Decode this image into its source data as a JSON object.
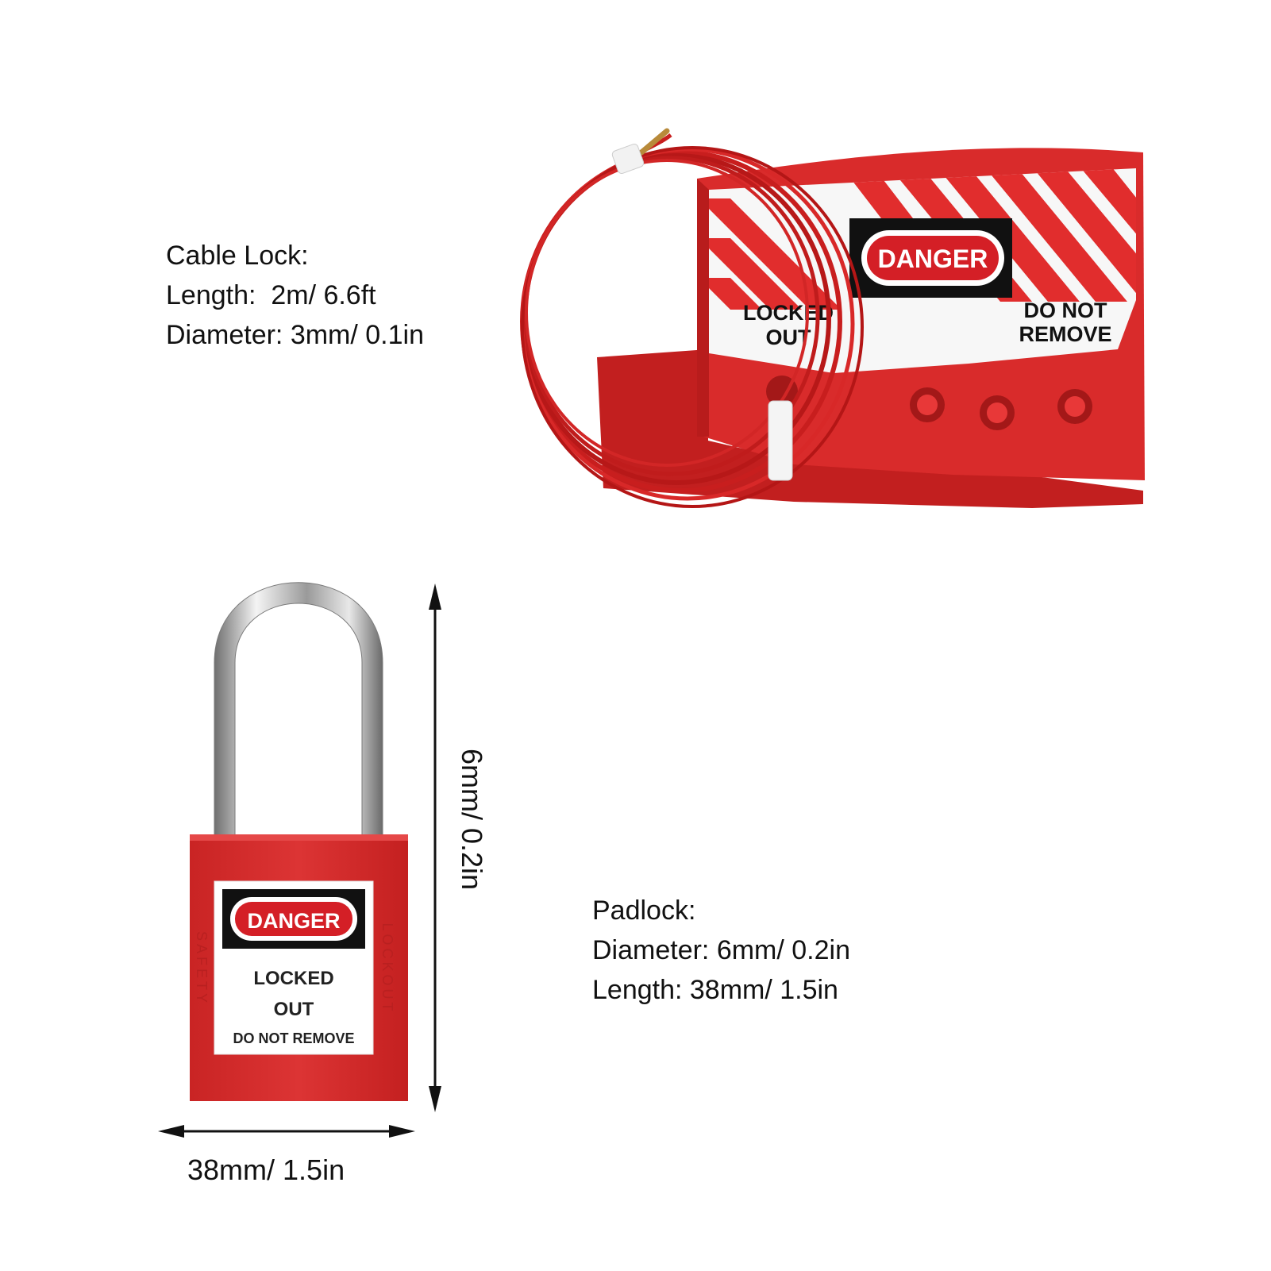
{
  "cable_lock": {
    "lines": [
      "Cable Lock:",
      "Length:  2m/ 6.6ft",
      "Diameter: 3mm/ 0.1in"
    ]
  },
  "padlock": {
    "lines": [
      "Padlock:",
      "Diameter: 6mm/ 0.2in",
      "Length: 38mm/ 1.5in"
    ]
  },
  "dimensions": {
    "width_label": "38mm/ 1.5in",
    "height_label": "6mm/ 0.2in"
  },
  "cable_lock_sign": {
    "danger": "DANGER",
    "locked_line1": "LOCKED",
    "locked_line2": "OUT",
    "remove_line1": "DO NOT",
    "remove_line2": "REMOVE"
  },
  "padlock_sign": {
    "danger": "DANGER",
    "locked_line1": "LOCKED",
    "locked_line2": "OUT",
    "remove": "DO NOT REMOVE",
    "side_left": "SAFETY",
    "side_right": "LOCKOUT"
  },
  "colors": {
    "lock_red": "#d42a2a",
    "cable_red": "#c81e1e",
    "danger_red": "#d41f26"
  }
}
